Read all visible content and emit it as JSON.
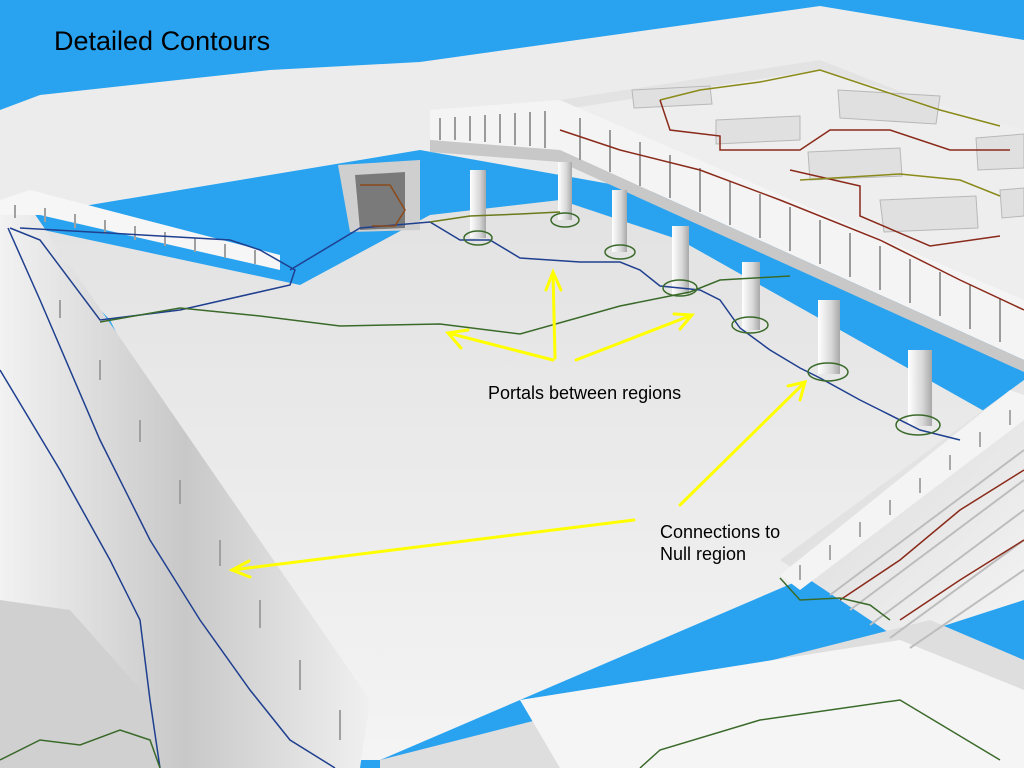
{
  "title": "Detailed Contours",
  "annotations": {
    "portals": "Portals between regions",
    "null_line1": "Connections to",
    "null_line2": "Null region"
  },
  "colors": {
    "background": "#29a3f0",
    "geometry": "#e6e6e6",
    "arrow": "#ffff00",
    "contour_blue": "#1f3f8f",
    "contour_green": "#3a6a2a",
    "contour_red": "#8a2a1a",
    "contour_olive": "#8a8a1a"
  }
}
